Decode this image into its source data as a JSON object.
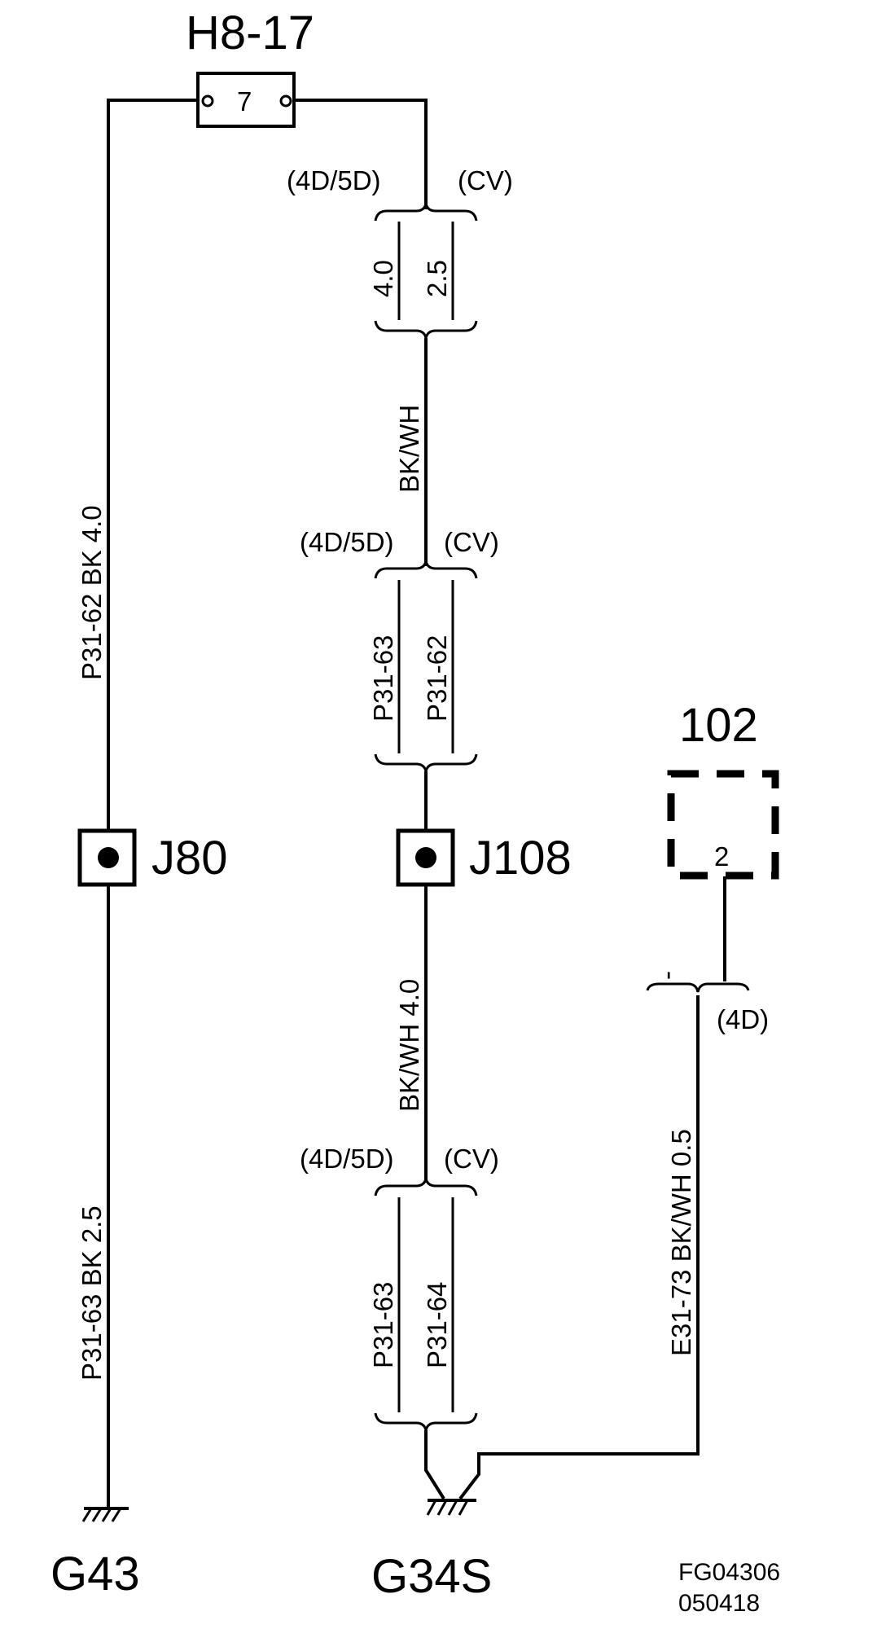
{
  "components": {
    "fuse_label": "H8-17",
    "fuse_number": "7",
    "splice_left": "J80",
    "splice_center": "J108",
    "module_label": "102",
    "module_pin": "2",
    "ground_left": "G43",
    "ground_right": "G34S"
  },
  "wires": {
    "left_upper": "P31-62  BK  4.0",
    "left_lower": "P31-63  BK  2.5",
    "center_top_main": "BK/WH",
    "center_mid_main": "BK/WH  4.0",
    "right_main": "E31-73  BK/WH  0.5"
  },
  "variants": {
    "top_left": "(4D/5D)",
    "top_right": "(CV)",
    "mid_left": "(4D/5D)",
    "mid_right": "(CV)",
    "low_left": "(4D/5D)",
    "low_right": "(CV)",
    "right_variant": "(4D)",
    "right_dash": "-"
  },
  "branches": {
    "size_a": "4.0",
    "size_b": "2.5",
    "mid_a": "P31-63",
    "mid_b": "P31-62",
    "low_a": "P31-63",
    "low_b": "P31-64"
  },
  "footer": {
    "figure_code": "FG04306",
    "figure_date": "050418"
  }
}
